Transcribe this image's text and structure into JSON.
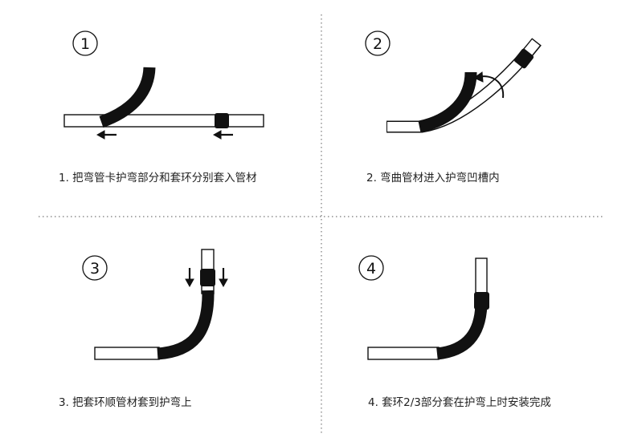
{
  "steps": [
    {
      "number": "1",
      "caption": "1. 把弯管卡护弯部分和套环分别套入管材"
    },
    {
      "number": "2",
      "caption": "2. 弯曲管材进入护弯凹槽内"
    },
    {
      "number": "3",
      "caption": "3. 把套环顺管材套到护弯上"
    },
    {
      "number": "4",
      "caption": "4. 套环2/3部分套在护弯上时安装完成"
    }
  ]
}
